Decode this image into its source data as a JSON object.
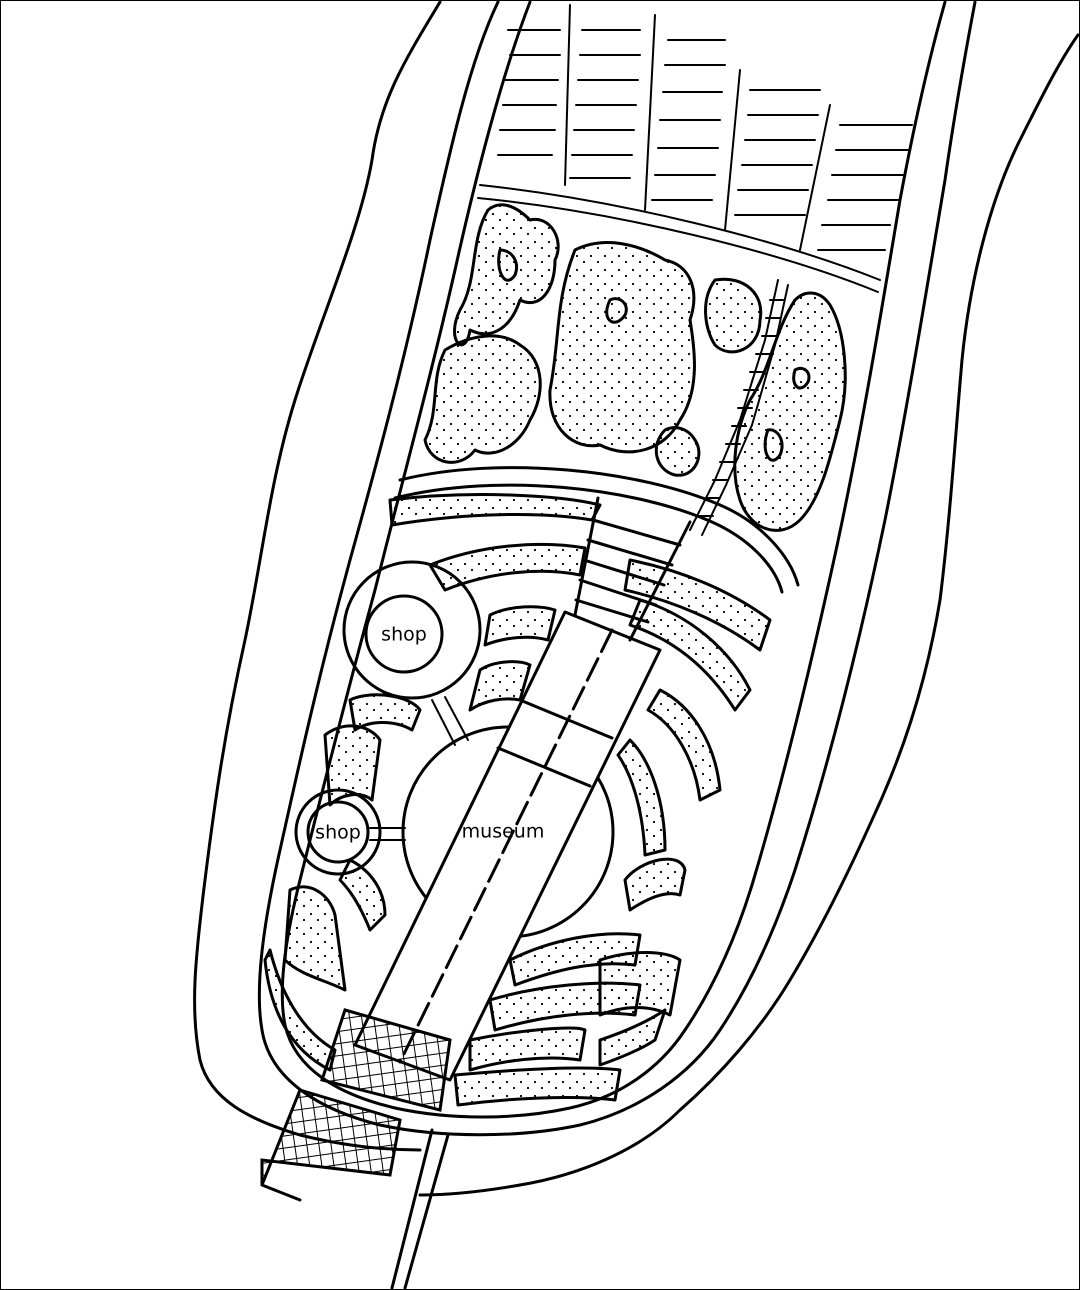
{
  "labels": {
    "shop_large": "shop",
    "shop_small": "shop",
    "museum": "museum"
  },
  "colors": {
    "ink": "#000000",
    "paper": "#ffffff"
  }
}
